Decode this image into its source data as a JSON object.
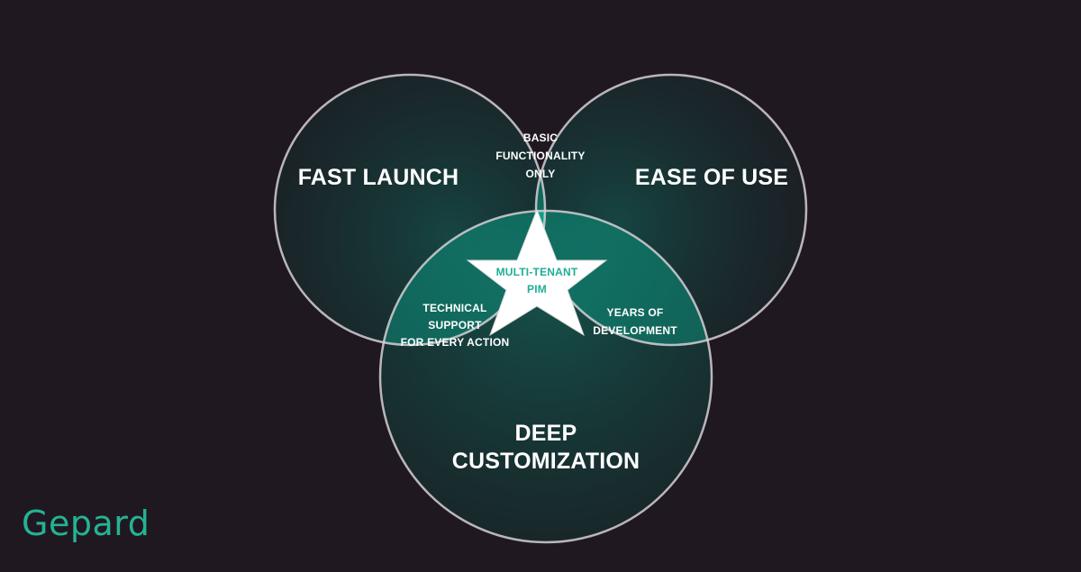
{
  "diagram": {
    "circles": [
      {
        "id": "fast-launch",
        "label": "FAST LAUNCH"
      },
      {
        "id": "ease-of-use",
        "label": "EASE OF USE"
      },
      {
        "id": "deep-customization",
        "label": "DEEP\nCUSTOMIZATION"
      }
    ],
    "intersections": {
      "fast_ease": "BASIC\nFUNCTIONALITY\nONLY",
      "fast_deep": "TECHNICAL\nSUPPORT\nFOR EVERY ACTION",
      "ease_deep": "YEARS OF\nDEVELOPMENT"
    },
    "center": "MULTI-TENANT\nPIM"
  },
  "brand": {
    "logo": "Gepard"
  },
  "colors": {
    "background": "#201820",
    "outline": "#d6d0d6",
    "fill": "#0e7d6c",
    "accent": "#1fae96"
  }
}
